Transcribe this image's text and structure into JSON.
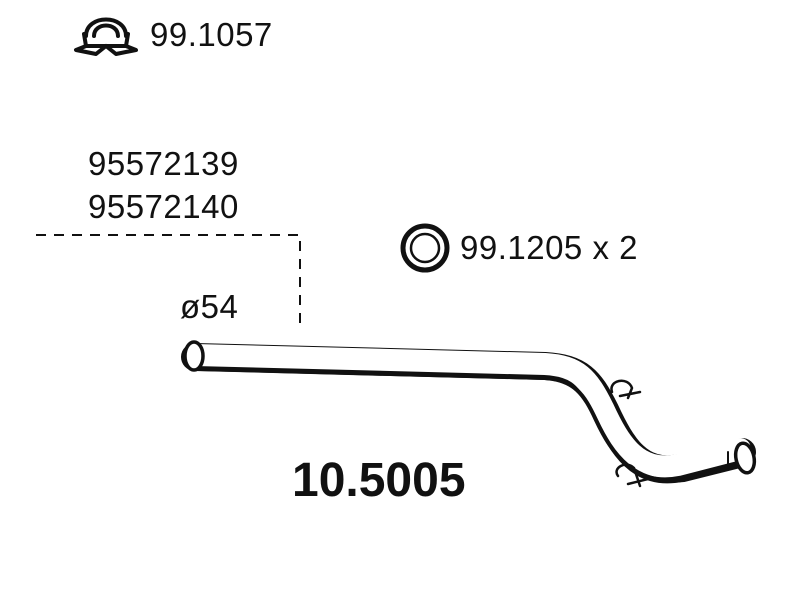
{
  "diagram": {
    "clamp": {
      "icon": "clamp-icon",
      "part_number": "99.1057"
    },
    "oem_numbers": [
      "95572139",
      "95572140"
    ],
    "gasket": {
      "icon": "ring-gasket-icon",
      "label": "99.1205 x 2"
    },
    "pipe": {
      "icon": "exhaust-pipe-icon",
      "diameter_label": "ø54"
    },
    "main_part_number": "10.5005"
  }
}
